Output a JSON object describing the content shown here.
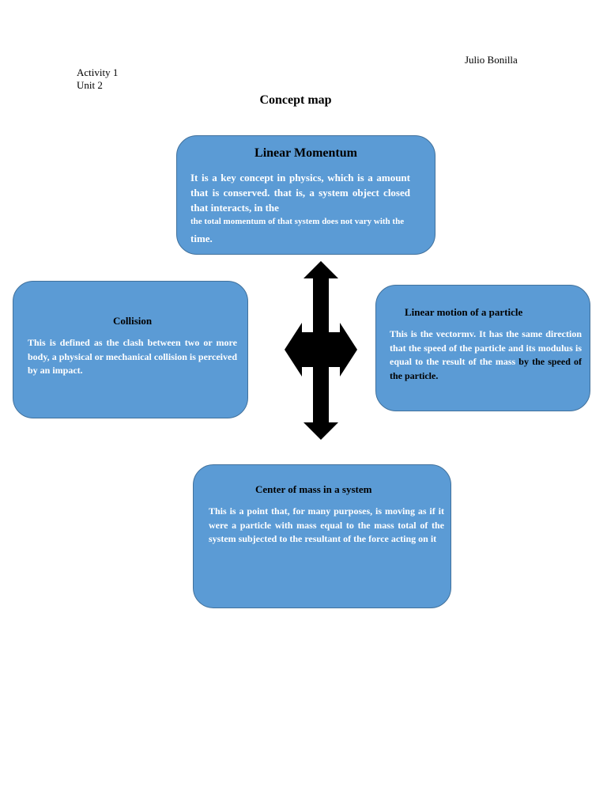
{
  "header": {
    "author": "Julio Bonilla",
    "activity": "Activity 1",
    "unit": "Unit 2",
    "title": "Concept map"
  },
  "boxes": {
    "momentum": {
      "title": "Linear Momentum",
      "body_main": "It is a key concept in physics, which is a amount that is conserved. that is, a system object closed that interacts, in the",
      "body_small": "the total momentum of that system does not vary with the",
      "body_last": "time."
    },
    "collision": {
      "title": "Collision",
      "body": "This is defined as the clash between two or more body, a physical or mechanical collision is perceived by an impact."
    },
    "motion": {
      "title": "Linear motion of a particle",
      "body_main": "This is the vectormv. It has the same direction that the speed of the particle and its modulus is equal to the result of the mass",
      "body_dark": "by the speed of the particle."
    },
    "center": {
      "title": "Center of mass in a system",
      "body": "This is a point that, for many purposes, is moving as if it were a particle with mass equal to the mass total of the system subjected to the resultant of the force acting on it"
    }
  },
  "colors": {
    "box_fill": "#5b9bd5",
    "box_border": "#41719c",
    "body_text": "#ffffff",
    "arrow": "#000000"
  },
  "icons": {
    "connector": "four-way-arrow-icon"
  }
}
